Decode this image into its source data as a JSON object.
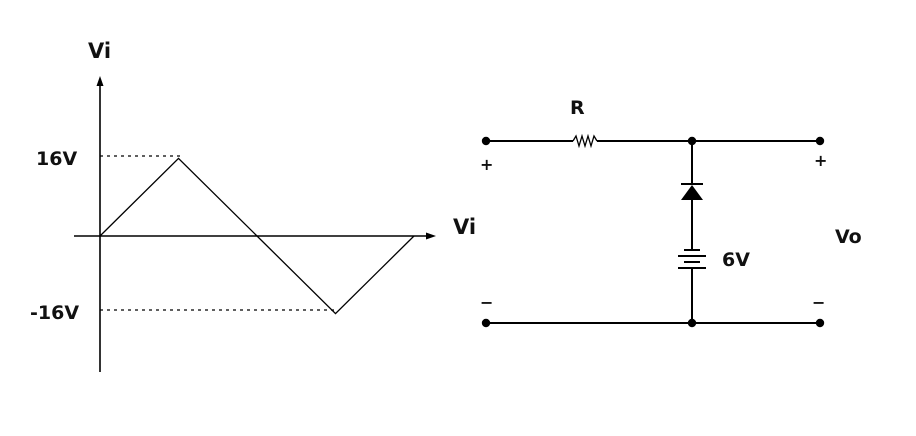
{
  "graph": {
    "y_axis_label": "Vi",
    "x_axis_label": "Vi",
    "peak_label": "16V",
    "trough_label": "-16V"
  },
  "circuit": {
    "resistor_label": "R",
    "battery_label": "6V",
    "output_label": "Vo",
    "plus_sign": "+",
    "minus_sign": "−"
  },
  "chart_data": {
    "type": "line",
    "title": "",
    "xlabel": "Vi",
    "ylabel": "Vi",
    "series": [
      {
        "x": [
          0,
          1,
          2,
          3,
          4
        ],
        "y": [
          0,
          16,
          0,
          -16,
          0
        ]
      }
    ],
    "ytick_labels": [
      "16V",
      "-16V"
    ]
  }
}
